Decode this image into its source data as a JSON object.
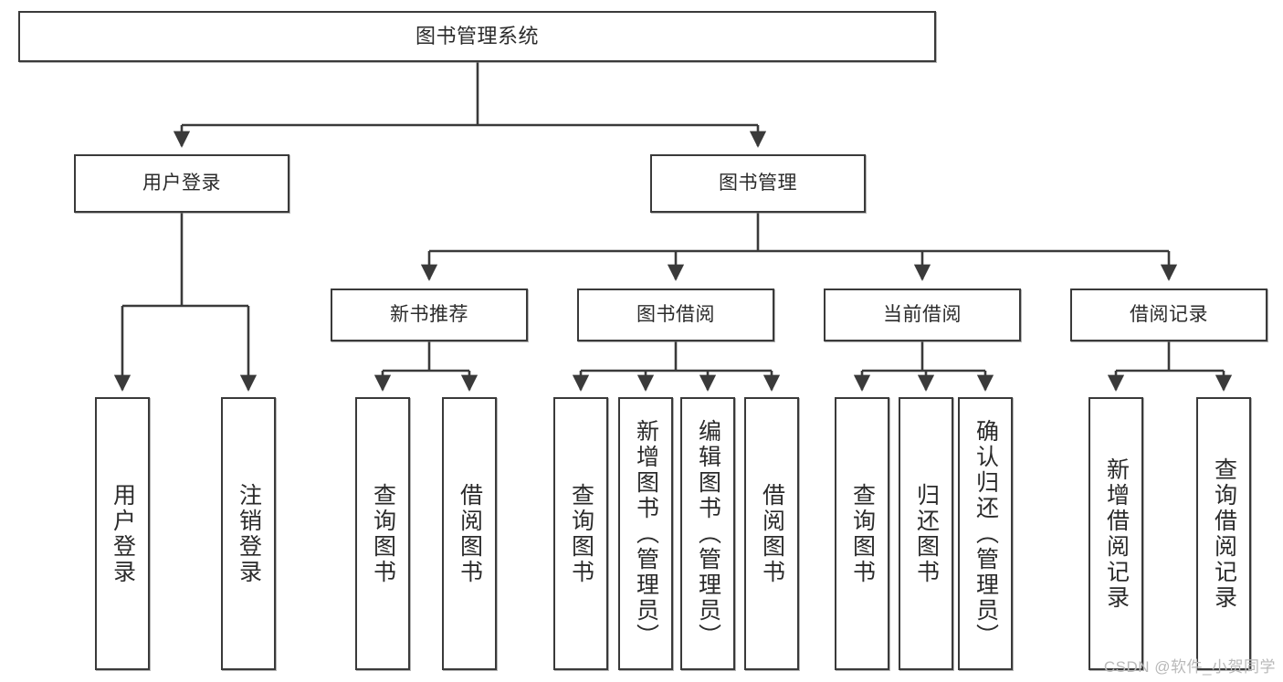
{
  "diagram": {
    "title": "图书管理系统",
    "type": "hierarchy-tree",
    "root": {
      "label": "图书管理系统"
    },
    "level2": [
      {
        "label": "用户登录"
      },
      {
        "label": "图书管理"
      }
    ],
    "level3": [
      {
        "label": "新书推荐"
      },
      {
        "label": "图书借阅"
      },
      {
        "label": "当前借阅"
      },
      {
        "label": "借阅记录"
      }
    ],
    "leaves": {
      "user_login": [
        {
          "label": "用户登录"
        },
        {
          "label": "注销登录"
        }
      ],
      "new_book_recommend": [
        {
          "label": "查询图书"
        },
        {
          "label": "借阅图书"
        }
      ],
      "book_borrow": [
        {
          "label": "查询图书"
        },
        {
          "label": "新增图书（管理员）"
        },
        {
          "label": "编辑图书（管理员）"
        },
        {
          "label": "借阅图书"
        }
      ],
      "current_borrow": [
        {
          "label": "查询图书"
        },
        {
          "label": "归还图书"
        },
        {
          "label": "确认归还（管理员）"
        }
      ],
      "borrow_record": [
        {
          "label": "新增借阅记录"
        },
        {
          "label": "查询借阅记录"
        }
      ]
    }
  },
  "watermark": {
    "text": "CSDN @软件_小贺同学"
  },
  "colors": {
    "stroke": "#3a3a3a",
    "background": "#ffffff",
    "text": "#2b2b2b",
    "watermark": "#b9b9b9"
  }
}
